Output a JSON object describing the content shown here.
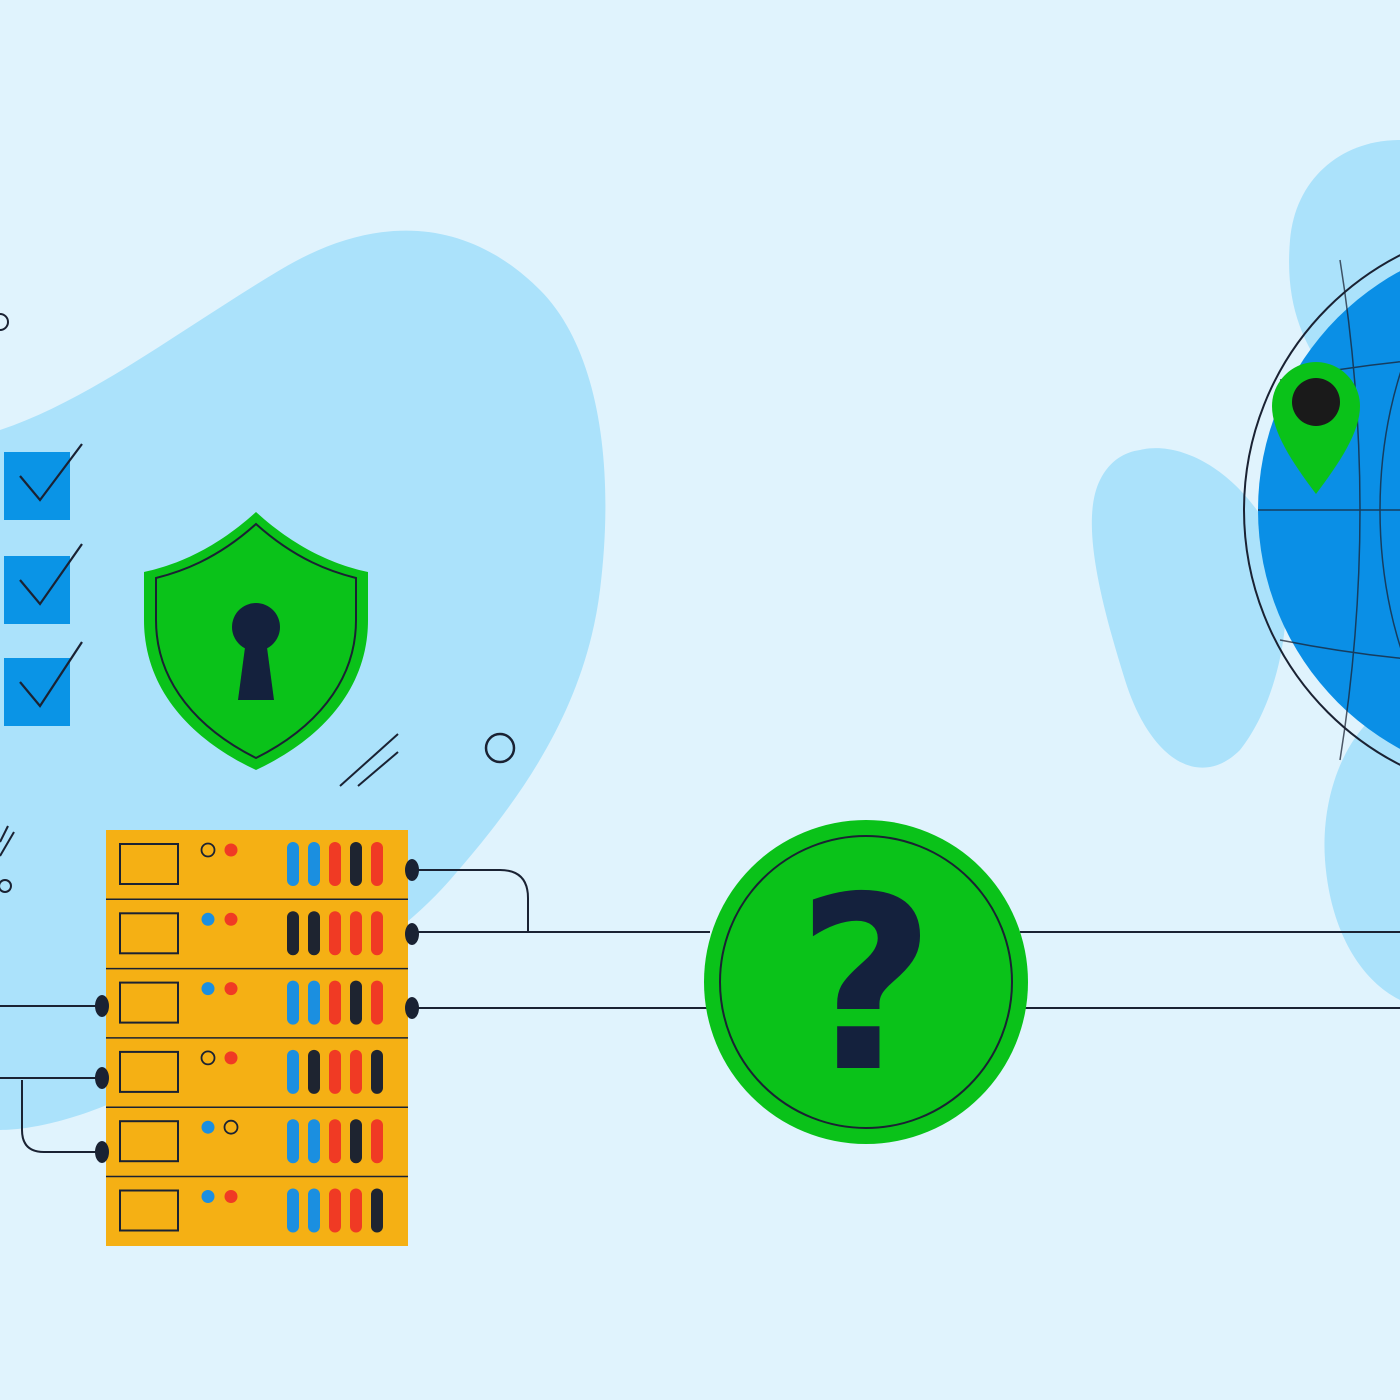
{
  "colors": {
    "background": "#e0f3fd",
    "blob": "#abe2fb",
    "line": "#1a2233",
    "green": "#0ac219",
    "dark": "#14213d",
    "server_body": "#f5b014",
    "checkbox": "#0a94e6",
    "globe": "#0a8fe6",
    "led_blue": "#1b8fe0",
    "led_red": "#f03a24",
    "led_dark": "#1e2430"
  },
  "icons": {
    "checklist": "checkbox-check-icon",
    "security": "shield-lock-icon",
    "server": "server-rack-icon",
    "unknown": "question-mark-icon",
    "earth": "globe-icon",
    "location": "map-pin-icon"
  },
  "question_symbol": "?",
  "checklist": {
    "count": 3
  },
  "server": {
    "units": [
      {
        "dots": [
          "o",
          "r"
        ],
        "bars": [
          "b",
          "b",
          "r",
          "k",
          "r"
        ]
      },
      {
        "dots": [
          "b",
          "r"
        ],
        "bars": [
          "k",
          "k",
          "r",
          "r",
          "r"
        ]
      },
      {
        "dots": [
          "b",
          "r"
        ],
        "bars": [
          "b",
          "b",
          "r",
          "k",
          "r"
        ]
      },
      {
        "dots": [
          "o",
          "r"
        ],
        "bars": [
          "b",
          "k",
          "r",
          "r",
          "k"
        ]
      },
      {
        "dots": [
          "b",
          "o"
        ],
        "bars": [
          "b",
          "b",
          "r",
          "k",
          "r"
        ]
      },
      {
        "dots": [
          "b",
          "r"
        ],
        "bars": [
          "b",
          "b",
          "r",
          "r",
          "k"
        ]
      }
    ]
  }
}
